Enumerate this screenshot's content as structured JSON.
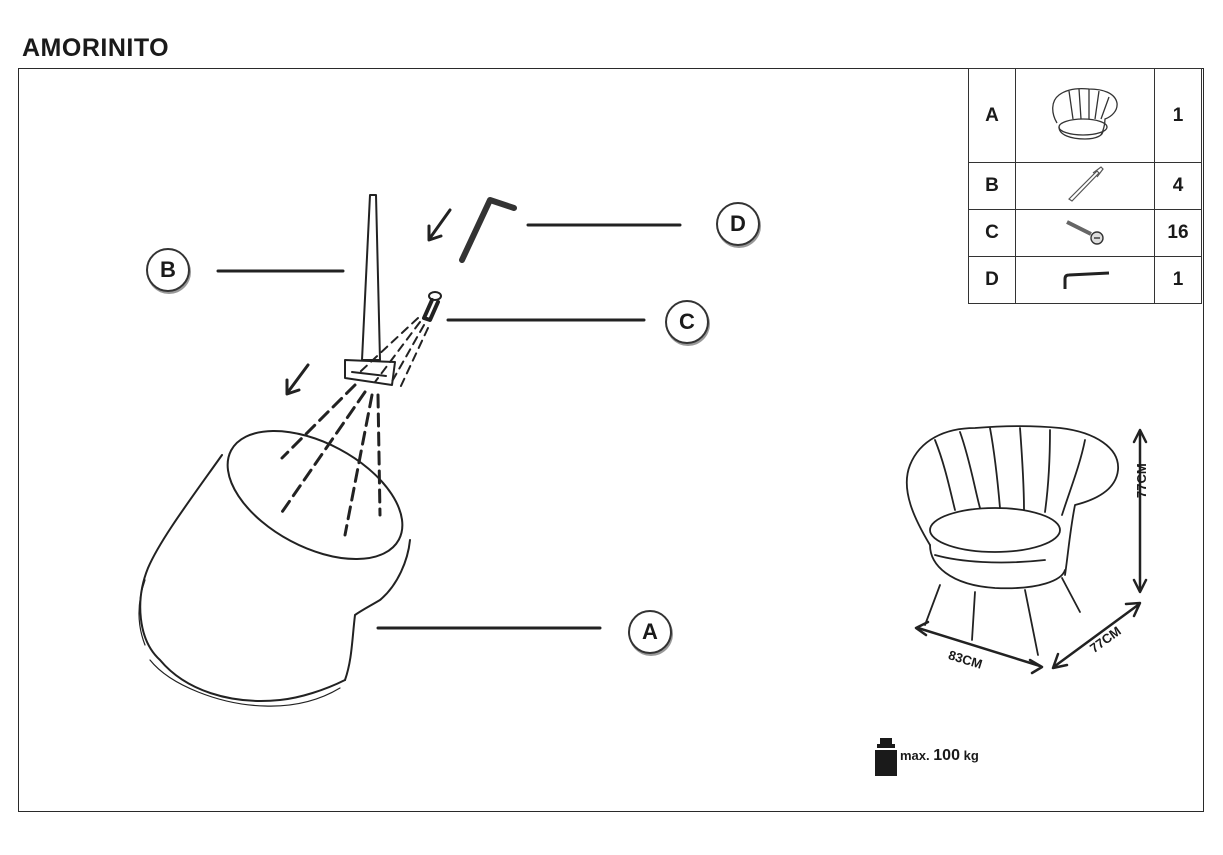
{
  "title": "AMORINITO",
  "callouts": {
    "a": "A",
    "b": "B",
    "c": "C",
    "d": "D"
  },
  "parts": [
    {
      "label": "A",
      "icon": "armchair-icon",
      "qty": "1"
    },
    {
      "label": "B",
      "icon": "chair-leg-icon",
      "qty": "4"
    },
    {
      "label": "C",
      "icon": "screw-icon",
      "qty": "16"
    },
    {
      "label": "D",
      "icon": "allen-key-icon",
      "qty": "1"
    }
  ],
  "dimensions": {
    "height": "77CM",
    "width": "83CM",
    "depth": "77CM"
  },
  "max_load": {
    "prefix": "max.",
    "value": "100",
    "unit": "kg"
  }
}
